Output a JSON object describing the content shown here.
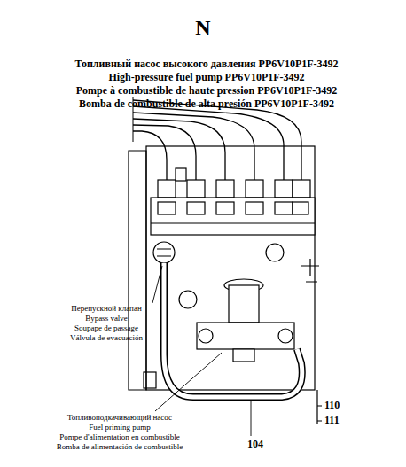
{
  "diagram": {
    "title": "N",
    "labels": [
      "Топливный насос высокого давления PP6V10P1F-3492",
      "High-pressure fuel pump PP6V10P1F-3492",
      "Pompe à combustible de haute pression PP6V10P1F-3492",
      "Bomba de combustible de alta presión PP6V10P1F-3492",
      "Перепускной клапан",
      "Bypass valve",
      "Soupape de passage",
      "Válvula de evacuación",
      "Топливоподкачивающий насос",
      "Fuel priming pump",
      "Pompe d'alimentation en combustible",
      "Bomba de alimentación de combustible",
      "110",
      "111",
      "104"
    ]
  }
}
